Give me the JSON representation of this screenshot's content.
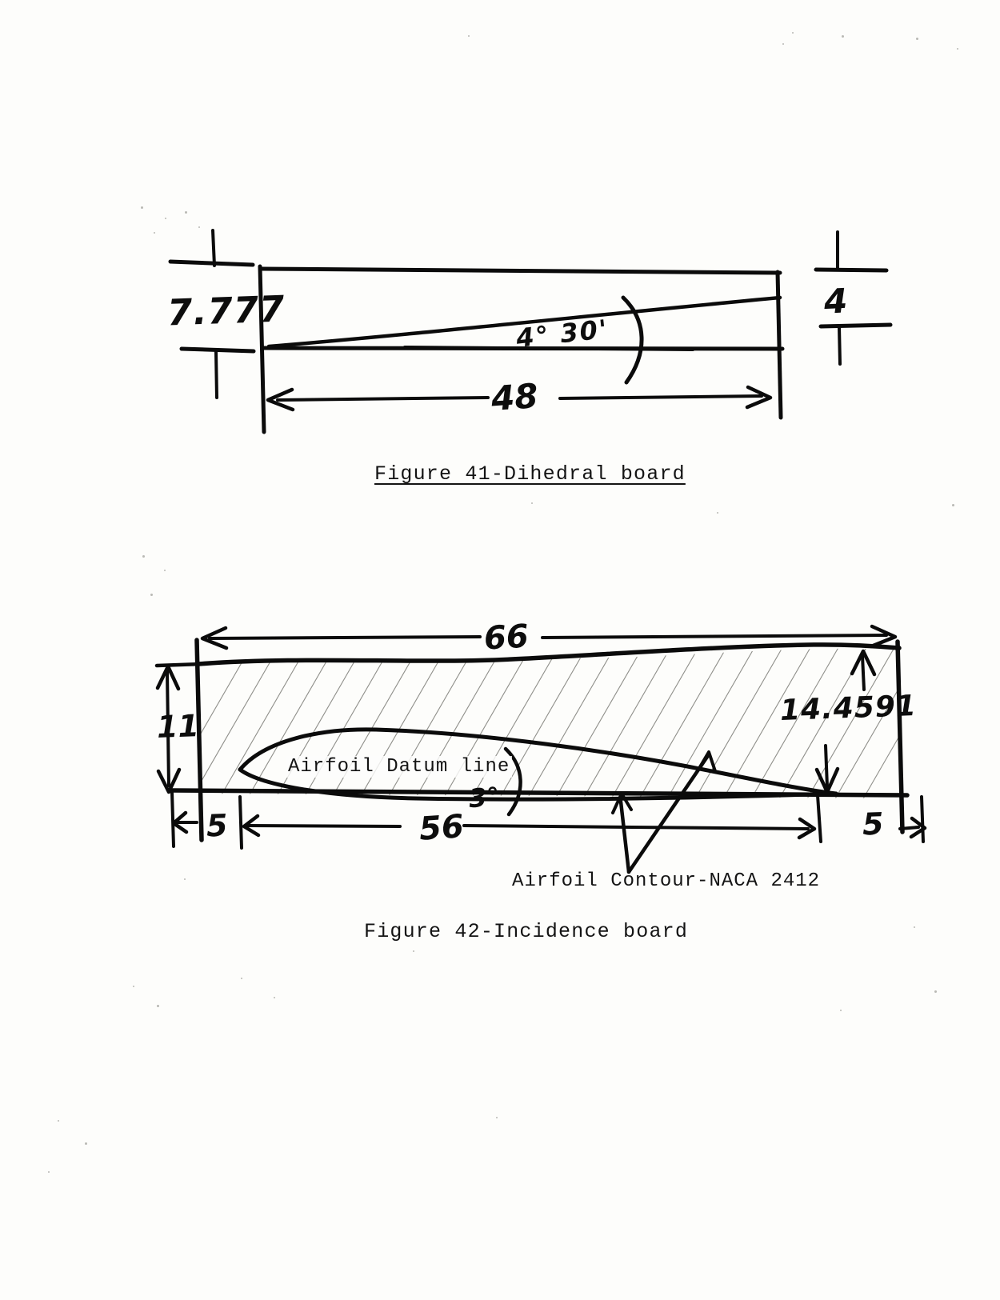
{
  "page": {
    "background_color": "#fdfdfb",
    "ink_color": "#0b0b0b",
    "hatch_color": "#8f8f8a"
  },
  "figure41": {
    "caption": "Figure 41-Dihedral board",
    "title_ref": "Figure 41",
    "name": "Dihedral board",
    "dimensions": {
      "left_height": "7.777",
      "right_height": "4",
      "length": "48",
      "angle": "4° 30'"
    },
    "labels": {
      "left_height_label": "7.777",
      "right_height_label": "4",
      "length_label": "48",
      "angle_label": "4° 30'"
    }
  },
  "figure42": {
    "caption": "Figure 42-Incidence board",
    "title_ref": "Figure 42",
    "name": "Incidence board",
    "dimensions": {
      "overall_length": "66",
      "left_height": "11",
      "right_height": "14.4591",
      "left_offset": "5",
      "right_offset": "5",
      "chord": "56",
      "angle": "3°"
    },
    "labels": {
      "overall_length_label": "66",
      "left_height_label": "11",
      "right_height_label": "14.4591",
      "left_offset_label": "5",
      "right_offset_label": "5",
      "chord_label": "56",
      "angle_label": "3°",
      "datum_line_label": "Airfoil Datum line",
      "airfoil_contour_label": "Airfoil Contour-NACA 2412"
    }
  },
  "chart_data": {
    "type": "diagram",
    "title": "Dihedral board and Incidence board construction drawings",
    "figures": [
      {
        "id": "figure-41",
        "caption": "Figure 41-Dihedral board",
        "description": "Tapered wedge board for setting wing dihedral",
        "annotations": [
          {
            "label": "7.777",
            "role": "left end height",
            "units": "in"
          },
          {
            "label": "4",
            "role": "right end height",
            "units": "in"
          },
          {
            "label": "48",
            "role": "overall length",
            "units": "in"
          },
          {
            "label": "4° 30'",
            "role": "taper angle",
            "units": "deg-min"
          }
        ]
      },
      {
        "id": "figure-42",
        "caption": "Figure 42-Incidence board",
        "description": "Hatched board with NACA 2412 airfoil contour cut and datum line",
        "annotations": [
          {
            "label": "66",
            "role": "overall length",
            "units": "in"
          },
          {
            "label": "11",
            "role": "left height above datum",
            "units": "in"
          },
          {
            "label": "14.4591",
            "role": "right height above datum",
            "units": "in"
          },
          {
            "label": "5",
            "role": "left end offset",
            "units": "in"
          },
          {
            "label": "5",
            "role": "right end offset",
            "units": "in"
          },
          {
            "label": "56",
            "role": "chord length",
            "units": "in"
          },
          {
            "label": "3°",
            "role": "incidence angle",
            "units": "deg"
          },
          {
            "label": "Airfoil Datum line",
            "role": "datum reference text"
          },
          {
            "label": "Airfoil Contour-NACA 2412",
            "role": "airfoil callout"
          }
        ]
      }
    ]
  }
}
